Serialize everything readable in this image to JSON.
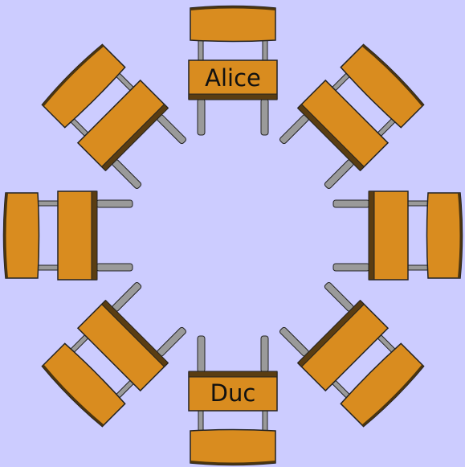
{
  "colors": {
    "background": "#ccccff",
    "wood": "#d98c1f",
    "wood_edge": "#4a3410",
    "seat_front": "#5a3d12",
    "metal_leg": "#9a9a9a",
    "outline": "#222222"
  },
  "chairs": [
    {
      "id": "chair-top",
      "label": "Alice",
      "angle_deg": 0
    },
    {
      "id": "chair-top-right",
      "label": "",
      "angle_deg": 45
    },
    {
      "id": "chair-right",
      "label": "",
      "angle_deg": 90
    },
    {
      "id": "chair-bottom-right",
      "label": "",
      "angle_deg": 135
    },
    {
      "id": "chair-bottom",
      "label": "Duc",
      "angle_deg": 180
    },
    {
      "id": "chair-bottom-left",
      "label": "",
      "angle_deg": 225
    },
    {
      "id": "chair-left",
      "label": "",
      "angle_deg": 270
    },
    {
      "id": "chair-top-left",
      "label": "",
      "angle_deg": 315
    }
  ]
}
